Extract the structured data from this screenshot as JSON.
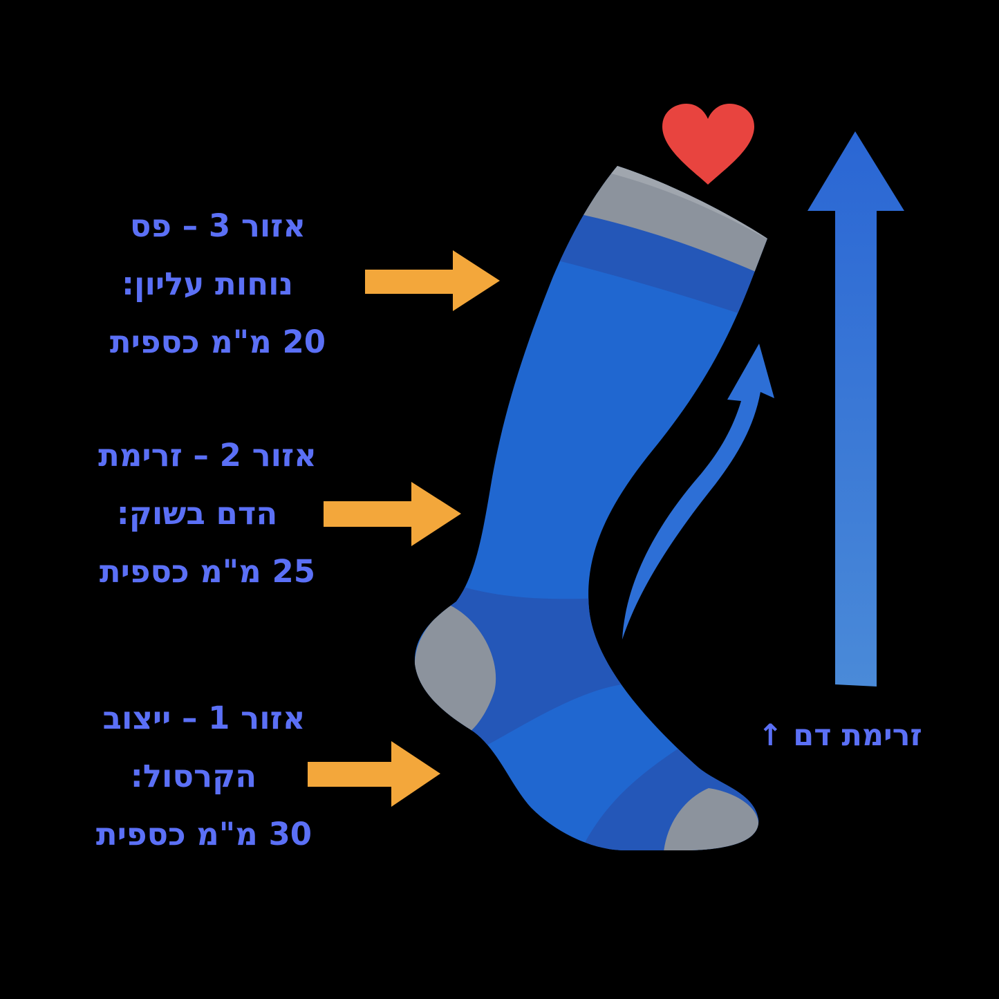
{
  "diagram": {
    "subject": "compression sock with graduated pressure zones",
    "colors": {
      "background": "#000000",
      "label_text": "#5b70f6",
      "pointer_arrows": "#f3a73b",
      "sock_blue": "#2067d0",
      "sock_dark_blue": "#2457b8",
      "sock_gray": "#8c939d",
      "heart": "#e8443f",
      "flow_arrow": "#2d6fd6",
      "flow_arrow_bottom": "#4488d8"
    },
    "zones": [
      {
        "id": "zone-3",
        "lines": [
          "אזור 3 – פס",
          "נוחות עליון:",
          "20 מ\"מ כספית"
        ],
        "pressure_mmhg": 20,
        "pointer_icon": "arrow-right-icon"
      },
      {
        "id": "zone-2",
        "lines": [
          "אזור 2 – זרימת",
          "הדם בשוק:",
          "25 מ\"מ כספית"
        ],
        "pressure_mmhg": 25,
        "pointer_icon": "arrow-right-icon"
      },
      {
        "id": "zone-1",
        "lines": [
          "אזור 1 – ייצוב",
          "הקרסול:",
          "30 מ\"מ כספית"
        ],
        "pressure_mmhg": 30,
        "pointer_icon": "arrow-right-icon"
      }
    ],
    "flow_label": "זרימת דם ↑",
    "icons": [
      "heart-icon",
      "sock-illustration",
      "curved-arrow-up-icon",
      "big-arrow-up-icon"
    ]
  }
}
